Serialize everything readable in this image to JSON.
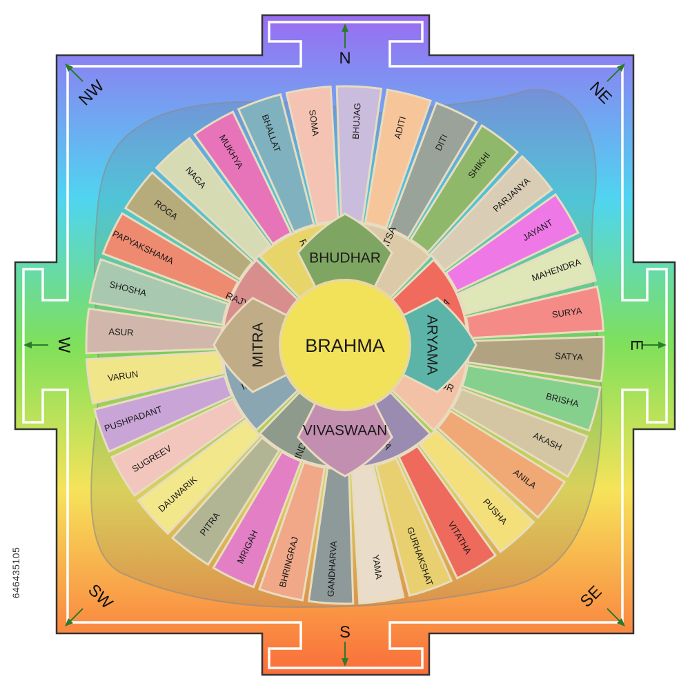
{
  "center": {
    "label": "BRAHMA",
    "color": "#f2e25a"
  },
  "inner_ring": [
    {
      "label": "BHUDHAR",
      "color": "#7fa562"
    },
    {
      "label": "ARYAMA",
      "color": "#5cb3a8"
    },
    {
      "label": "VIVASWAAN",
      "color": "#c28fb0"
    },
    {
      "label": "MITRA",
      "color": "#c0ac86"
    }
  ],
  "middle_ring": [
    {
      "label": "APAHAVATSA",
      "color": "#dcc9a7"
    },
    {
      "label": "APAHA",
      "color": "#f06b5d"
    },
    {
      "label": "SAVITUR",
      "color": "#f2c1a6"
    },
    {
      "label": "SAVITA",
      "color": "#9a8bb0"
    },
    {
      "label": "INDRAJAYA",
      "color": "#8e9a8c"
    },
    {
      "label": "INDRA",
      "color": "#8aa6b3"
    },
    {
      "label": "RAJYAKSHMA",
      "color": "#d98e8e"
    },
    {
      "label": "RUDRA",
      "color": "#e8d56a"
    }
  ],
  "outer_ring": [
    {
      "label": "BHALLAT",
      "color": "#7fb2be"
    },
    {
      "label": "SOMA",
      "color": "#f4c3b3"
    },
    {
      "label": "BHUJAG",
      "color": "#c9bcdc"
    },
    {
      "label": "ADITI",
      "color": "#f7c59a"
    },
    {
      "label": "DITI",
      "color": "#9aa39a"
    },
    {
      "label": "SHIKHI",
      "color": "#8fb86a"
    },
    {
      "label": "PARJANYA",
      "color": "#d9cdb6"
    },
    {
      "label": "JAYANT",
      "color": "#ee78e6"
    },
    {
      "label": "MAHENDRA",
      "color": "#dfe6b8"
    },
    {
      "label": "SURYA",
      "color": "#f58b86"
    },
    {
      "label": "SATYA",
      "color": "#b1a382"
    },
    {
      "label": "BRISHA",
      "color": "#86d08e"
    },
    {
      "label": "AKASH",
      "color": "#d4c6a2"
    },
    {
      "label": "ANILA",
      "color": "#f0a875"
    },
    {
      "label": "PUSHA",
      "color": "#f3e07a"
    },
    {
      "label": "VITATHA",
      "color": "#ee6a5c"
    },
    {
      "label": "GURHAKSHAT",
      "color": "#e8d070"
    },
    {
      "label": "YAMA",
      "color": "#e9dcc8"
    },
    {
      "label": "GANDHARVA",
      "color": "#8d9a99"
    },
    {
      "label": "BHRINGRAJ",
      "color": "#f0a888"
    },
    {
      "label": "MRIGAH",
      "color": "#e27fc5"
    },
    {
      "label": "PITRA",
      "color": "#b2b594"
    },
    {
      "label": "DAUWARIK",
      "color": "#f3e78c"
    },
    {
      "label": "SUGREEV",
      "color": "#f2c5bd"
    },
    {
      "label": "PUSHPADANT",
      "color": "#c9a4d6"
    },
    {
      "label": "VARUN",
      "color": "#f1e589"
    },
    {
      "label": "ASUR",
      "color": "#d1b7ab"
    },
    {
      "label": "SHOSHA",
      "color": "#a8c8b0"
    },
    {
      "label": "PAPYAKSHAMA",
      "color": "#ee8a70"
    },
    {
      "label": "ROGA",
      "color": "#b6ab7a"
    },
    {
      "label": "NAGA",
      "color": "#d6dbb4"
    },
    {
      "label": "MUKHYA",
      "color": "#e774b9"
    }
  ],
  "directions": {
    "N": "N",
    "S": "S",
    "E": "E",
    "W": "W",
    "NE": "NE",
    "NW": "NW",
    "SE": "SE",
    "SW": "SW"
  },
  "frame_colors": {
    "top": "#9a6cf2",
    "upper": "#4fd5f0",
    "middle": "#7fe05a",
    "lower": "#f6e35a",
    "bottom": "#fb6c3a",
    "border": "#333333",
    "inner_line": "#ffffff",
    "arrow": "#2c7a2c"
  },
  "stock_id": "646435105"
}
